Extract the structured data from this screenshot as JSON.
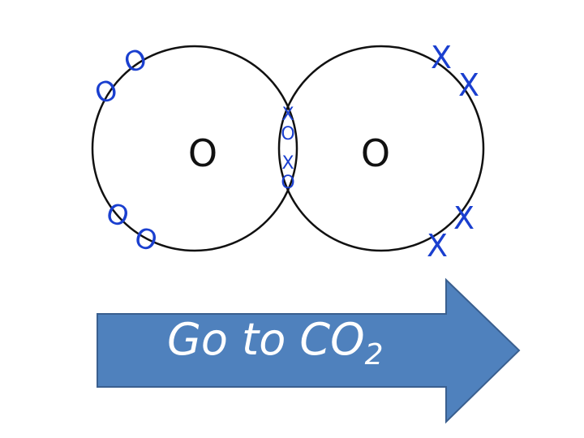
{
  "diagram": {
    "atom_left_symbol": "O",
    "atom_right_symbol": "O",
    "shared_electrons": [
      "X",
      "O",
      "X",
      "O"
    ],
    "left_electron_symbol": "O",
    "right_electron_symbol": "X",
    "electron_color": "#1a3fcf",
    "outline_color": "#111111"
  },
  "arrow": {
    "label_main": "Go to CO",
    "label_sub": "2",
    "fill_color": "#4f81bd",
    "border_color": "#3a5f8f"
  }
}
